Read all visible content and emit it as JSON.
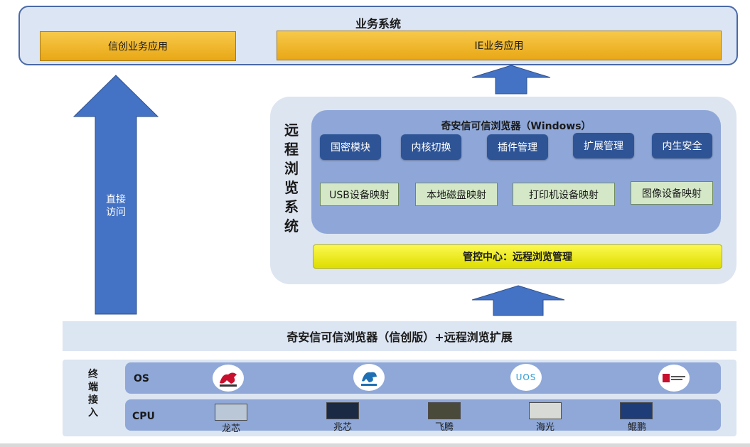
{
  "business": {
    "title": "业务系统",
    "xinchuang_app": "信创业务应用",
    "ie_app": "IE业务应用"
  },
  "direct_access": "直接\n访问",
  "remote_system": {
    "label": "远程浏览系统",
    "browser_title": "奇安信可信浏览器（Windows）",
    "modules": [
      "国密模块",
      "内核切换",
      "插件管理",
      "扩展管理",
      "内生安全"
    ],
    "mappings": [
      "USB设备映射",
      "本地磁盘映射",
      "打印机设备映射",
      "图像设备映射"
    ],
    "control_center": "管控中心：远程浏览管理"
  },
  "base_bar": "奇安信可信浏览器（信创版）+远程浏览扩展",
  "terminal": {
    "label": "终端接入",
    "os_label": "OS",
    "os_logos": [
      "kylin-logo-icon",
      "kylin-software-logo-icon",
      "uos-logo-icon",
      "nfs-china-logo-icon"
    ],
    "uos_text": "UOS",
    "cpu_label": "CPU",
    "cpus": [
      "龙芯",
      "兆芯",
      "飞腾",
      "海光",
      "鲲鹏"
    ]
  },
  "colors": {
    "arrow_blue": "#4472c4",
    "module_blue": "#2f5496",
    "panel_blue": "#8ea7d8",
    "gold": "#f0b72a",
    "yellow": "#f2f000",
    "green": "#d4e8c8"
  }
}
